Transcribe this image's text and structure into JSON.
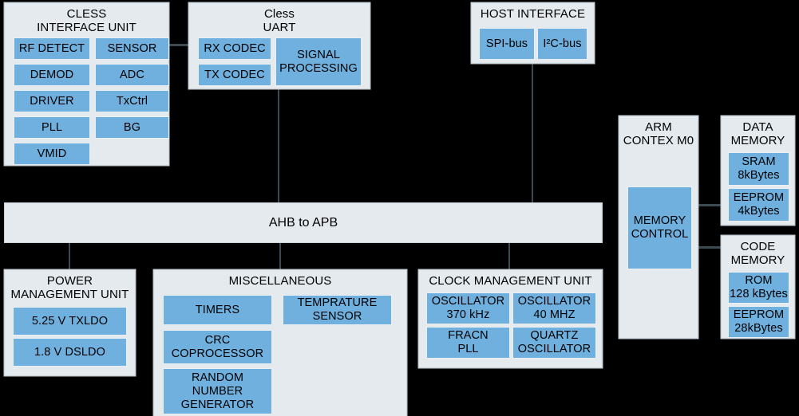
{
  "diagram": {
    "title": "SoC block diagram",
    "colors": {
      "block_fill": "#6fb0df",
      "panel_fill": "#e4eaee",
      "panel_border": "#c8d2d8",
      "connector": "#3d4a52",
      "background": "#000000",
      "text": "#000000"
    },
    "panels": {
      "cless_interface_unit": {
        "title": "CLESS\nINTERFACE UNIT",
        "blocks": [
          {
            "label": "RF DETECT"
          },
          {
            "label": "SENSOR"
          },
          {
            "label": "DEMOD"
          },
          {
            "label": "ADC"
          },
          {
            "label": "DRIVER"
          },
          {
            "label": "TxCtrl"
          },
          {
            "label": "PLL"
          },
          {
            "label": "BG"
          },
          {
            "label": "VMID"
          }
        ]
      },
      "cless_uart": {
        "title": "Cless\nUART",
        "blocks": [
          {
            "label": "RX CODEC"
          },
          {
            "label": "TX CODEC"
          },
          {
            "label": "SIGNAL\nPROCESSING"
          }
        ]
      },
      "host_interface": {
        "title": "HOST INTERFACE",
        "blocks": [
          {
            "label": "SPI-bus"
          },
          {
            "label": "I2C-bus",
            "label_html": "I²C-bus"
          }
        ]
      },
      "arm_cortex": {
        "title": "ARM\nCONTEX M0",
        "blocks": [
          {
            "label": "MEMORY\nCONTROL"
          }
        ]
      },
      "data_memory": {
        "title": "DATA\nMEMORY",
        "blocks": [
          {
            "label": "SRAM\n8kBytes"
          },
          {
            "label": "EEPROM\n4kBytes"
          }
        ]
      },
      "code_memory": {
        "title": "CODE\nMEMORY",
        "blocks": [
          {
            "label": "ROM\n128 kBytes"
          },
          {
            "label": "EEPROM\n28kBytes"
          }
        ]
      },
      "power_management_unit": {
        "title": "POWER\nMANAGEMENT UNIT",
        "blocks": [
          {
            "label": "5.25 V TXLDO"
          },
          {
            "label": "1.8 V DSLDO"
          }
        ]
      },
      "miscellaneous": {
        "title": "MISCELLANEOUS",
        "blocks": [
          {
            "label": "TIMERS"
          },
          {
            "label": "TEMPRATURE\nSENSOR"
          },
          {
            "label": "CRC\nCOPROCESSOR"
          },
          {
            "label": "RANDOM\nNUMBER\nGENERATOR"
          }
        ]
      },
      "clock_management_unit": {
        "title": "CLOCK MANAGEMENT UNIT",
        "blocks": [
          {
            "label": "OSCILLATOR\n370 kHz"
          },
          {
            "label": "OSCILLATOR\n40 MHZ"
          },
          {
            "label": "FRACN\nPLL"
          },
          {
            "label": "QUARTZ\nOSCILLATOR"
          }
        ]
      }
    },
    "bus": {
      "label": "AHB to APB"
    }
  }
}
